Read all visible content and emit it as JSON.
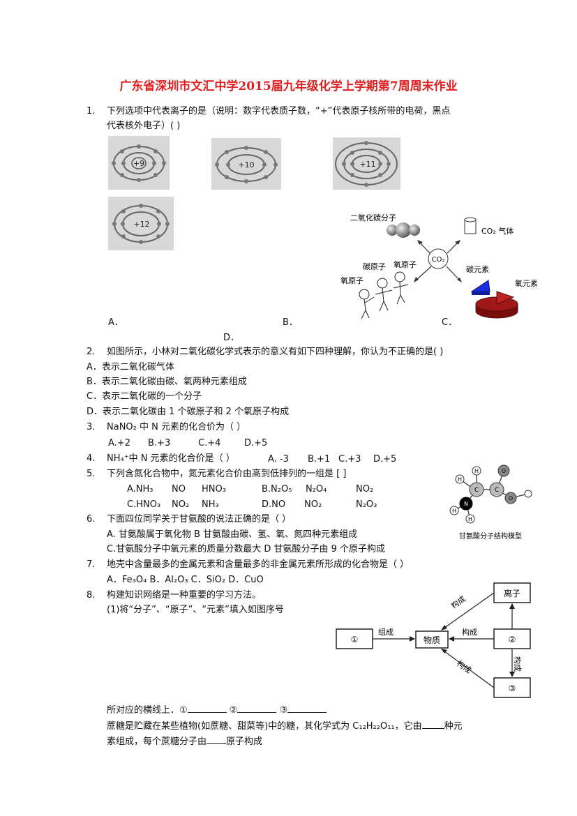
{
  "title": "广东省深圳市文汇中学2015届九年级化学上学期第7周周末作业",
  "q1": {
    "num": "1.",
    "line1": "下列选项中代表离子的是（说明：数字代表质子数，“+”代表原子核所带的电荷，黑点",
    "line2": "代表核外电子）(          )",
    "nuclei": [
      "+9",
      "+10",
      "+11",
      "+12"
    ],
    "options": [
      "A．",
      "B．",
      "C．",
      "D．"
    ]
  },
  "co2_diagram": {
    "center": "CO₂",
    "molecule": "二氧化碳分子",
    "gas": "CO₂ 气体",
    "carbon_atom": "碳原子",
    "oxygen_atom1": "氧原子",
    "oxygen_atom2": "氧原子",
    "carbon_element": "碳元素",
    "oxygen_element": "氧元素"
  },
  "q2": {
    "num": "2.",
    "stem": "如图所示，小林对二氧化碳化学式表示的意义有如下四种理解，你认为不正确的是(        )",
    "A": "A．表示二氧化碳气体",
    "B": "B．表示二氧化碳由碳、氧两种元素组成",
    "C": "C．表示二氧化碳的一个分子",
    "D": "D．表示二氧化碳由 1 个碳原子和 2 个氧原子构成"
  },
  "q3": {
    "num": "3.",
    "stem": "NaNO₂ 中 N 元素的化合价为（    ）",
    "options": [
      "A.+2",
      "B.+3",
      "C.+4",
      "D.+5"
    ]
  },
  "q4": {
    "num": "4.",
    "stem": "NH₄⁺中 N 元素的化合价是（    ）",
    "options": [
      "A. -3",
      "B.+1",
      "C.+3",
      "D.+5"
    ]
  },
  "q5": {
    "num": "5.",
    "stem": "下列含氮化合物中，氮元素化合价由高到低排列的一组是   [        ]",
    "A": [
      "A.NH₃",
      "NO",
      "HNO₃"
    ],
    "B": [
      "B.N₂O₅",
      "N₂O₄",
      "NO₂"
    ],
    "C": [
      "C.HNO₃",
      "NO₂",
      "NH₃"
    ],
    "D": [
      "D.NO",
      "NO₂",
      "N₂O₃"
    ]
  },
  "glycine": {
    "caption": "甘氨酸分子结构模型",
    "atoms": [
      "H",
      "H",
      "C",
      "C",
      "O",
      "O",
      "N",
      "H",
      "H"
    ]
  },
  "q6": {
    "num": "6.",
    "stem": "下面四位同学关于甘氨酸的说法正确的是（          ）",
    "AB": "A.  甘氨酸属于氧化物          B 甘氨酸由碳、氢、氧、氮四种元素组成",
    "CD": "C.甘氨酸分子中氧元素的质量分数最大 D 甘氨酸分子由  9 个原子构成"
  },
  "q7": {
    "num": "7.",
    "stem": "地壳中含量最多的金属元素和含量最多的非金属元素所形成的化合物是（  ）",
    "options": "A．Fe₃O₄    B．Al₂O₃    C．SiO₂    D．CuO"
  },
  "q8": {
    "num": "8.",
    "stem": "构建知识网络是一种重要的学习方法。",
    "sub1": "(1)将“分子”、“原子”、“元素”填入如图序号",
    "line_label": "所对应的横线上．①",
    "blank2": "②",
    "blank3": "③",
    "sucrose1a": "蔗糖是贮藏在某些植物(如蔗糖、甜菜等)中的糖，其化学式为 C₁₂H₂₂O₁₁，它由",
    "sucrose1b": "种元",
    "sucrose2a": "素组成，每个蔗糖分子由",
    "sucrose2b": "原子构成"
  },
  "network": {
    "ion": "离子",
    "box1": "①",
    "box2": "②",
    "box3": "③",
    "matter": "物质",
    "compose": "组成",
    "construct1": "构成",
    "construct2": "构成",
    "construct3": "构成",
    "construct4": "构成"
  }
}
